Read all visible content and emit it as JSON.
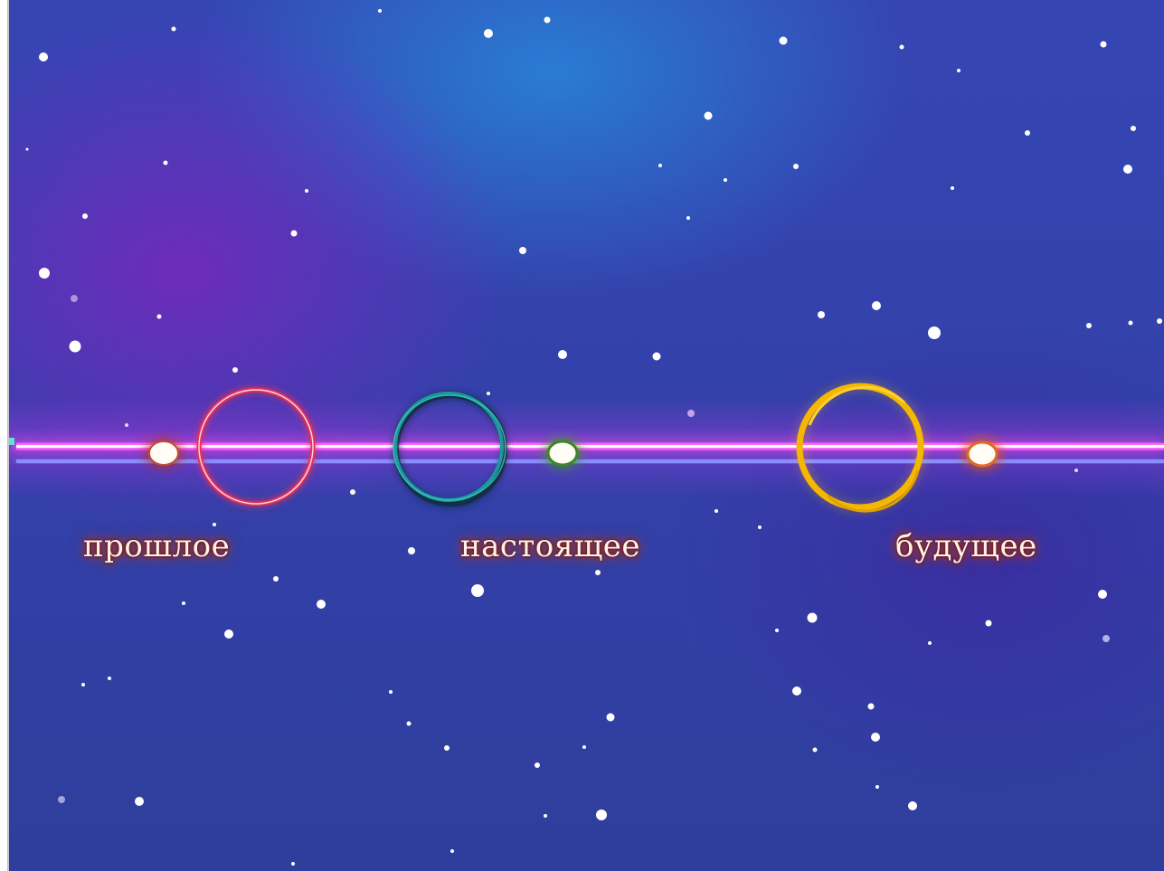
{
  "labels": {
    "past": "прошлое",
    "present": "настоящее",
    "future": "будущее"
  },
  "colors": {
    "timeline_line": "#ff66ff",
    "timeline_line_secondary": "#8a8cff",
    "past_ring": "#e0305a",
    "present_ring": "#1a9a9a",
    "future_ring": "#f5b800",
    "past_dot_glow": "#b03020",
    "present_dot_glow": "#3a9a20",
    "future_dot_glow": "#e05a10",
    "label_glow": "#b03a20"
  }
}
